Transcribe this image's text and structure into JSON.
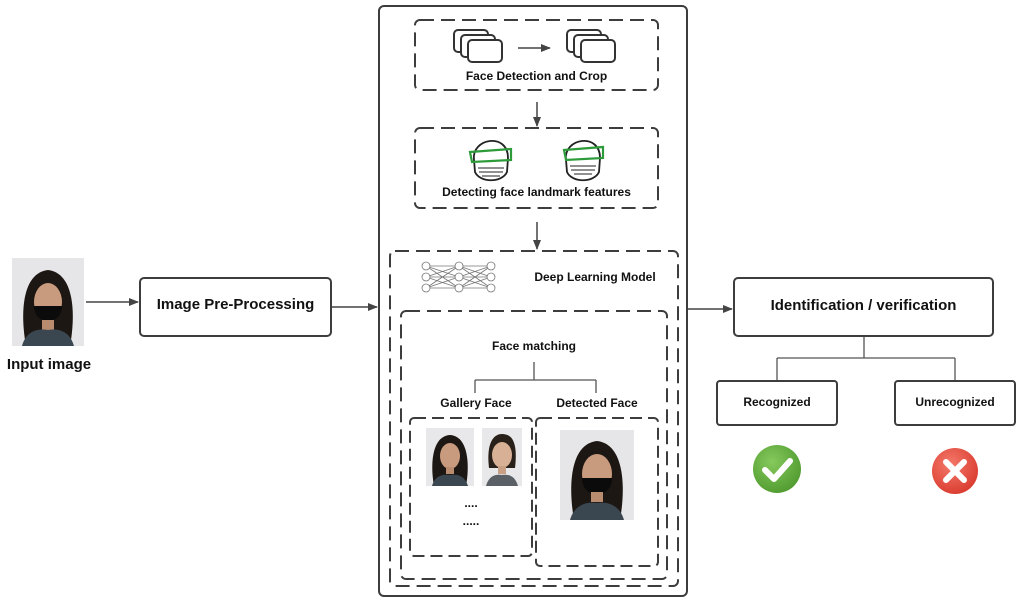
{
  "input": {
    "label": "Input image"
  },
  "preprocess": {
    "label": "Image Pre-Processing"
  },
  "pipeline": {
    "face_detection": {
      "label": "Face Detection and Crop"
    },
    "landmarks": {
      "label": "Detecting face landmark features"
    },
    "deep_learning": {
      "label": "Deep Learning Model"
    },
    "matching": {
      "label": "Face matching",
      "gallery_label": "Gallery Face",
      "detected_label": "Detected Face",
      "ellipsis_1": "....",
      "ellipsis_2": "....."
    }
  },
  "output": {
    "label": "Identification / verification",
    "recognized": "Recognized",
    "unrecognized": "Unrecognized"
  },
  "colors": {
    "line": "#3d3d3d",
    "landmark": "#2e9b3a",
    "success": "#5cab3c",
    "error": "#e84a3d"
  }
}
